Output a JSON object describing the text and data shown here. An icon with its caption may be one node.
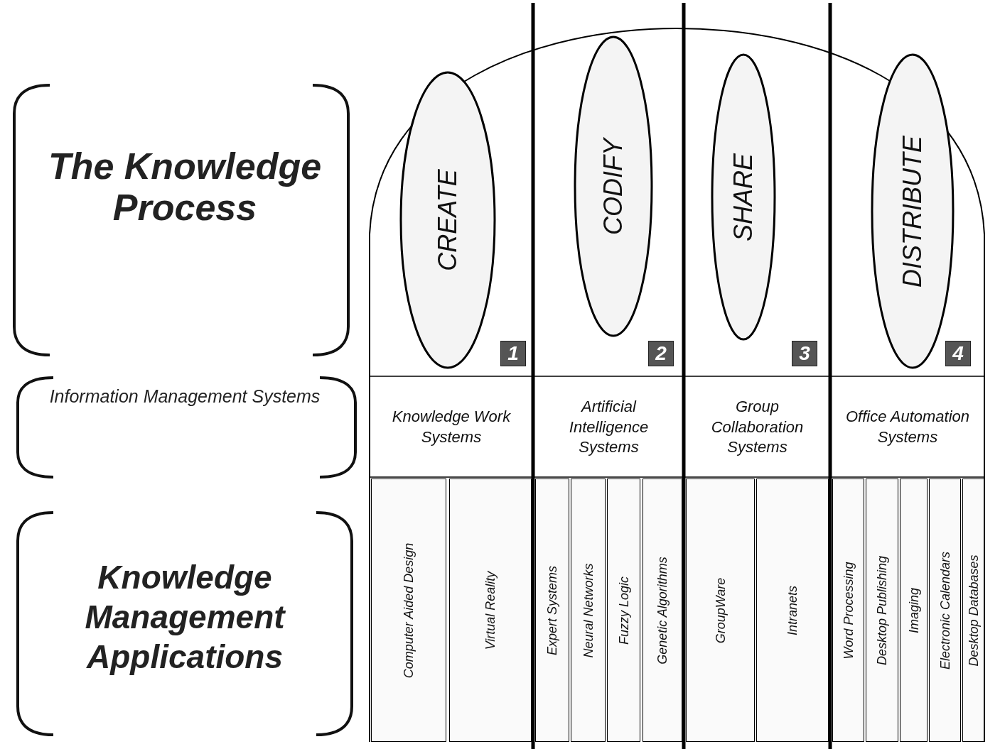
{
  "diagram": {
    "nodes": [
      {
        "text": [
          "CREATE"
        ]
      },
      {
        "text": [
          "1"
        ]
      },
      {
        "text": [
          "CODIFY"
        ]
      },
      {
        "text": [
          "2"
        ]
      },
      {
        "text": [
          "SHARE"
        ]
      },
      {
        "text": [
          "3"
        ]
      },
      {
        "text": [
          "DISTRIBUTE"
        ]
      },
      {
        "text": [
          "4"
        ]
      },
      {
        "text": [
          "Knowledge Work Systems"
        ]
      },
      {
        "text": [
          "Artificial Intelligence Systems"
        ]
      },
      {
        "text": [
          "Group Collaboration Systems"
        ]
      },
      {
        "text": [
          "Office Automation Systems"
        ]
      },
      {
        "text": [
          "Computer Aided Design"
        ]
      },
      {
        "text": [
          "Virtual Reality"
        ]
      },
      {
        "text": [
          "Expert Systems"
        ]
      },
      {
        "text": [
          "Neural Networks"
        ]
      },
      {
        "text": [
          "Fuzzy Logic"
        ]
      },
      {
        "text": [
          "Genetic Algorithms"
        ]
      },
      {
        "text": [
          "GroupWare"
        ]
      },
      {
        "text": [
          "Intranets"
        ]
      },
      {
        "text": [
          "Word Processing"
        ]
      },
      {
        "text": [
          "Desktop Publishing"
        ]
      },
      {
        "text": [
          "Imaging"
        ]
      },
      {
        "text": [
          "Electronic Calendars"
        ]
      },
      {
        "text": [
          "Desktop Databases"
        ]
      }
    ],
    "labels": [
      "The Knowledge Process",
      "Information Management Systems",
      "Knowledge Management Applications"
    ]
  }
}
